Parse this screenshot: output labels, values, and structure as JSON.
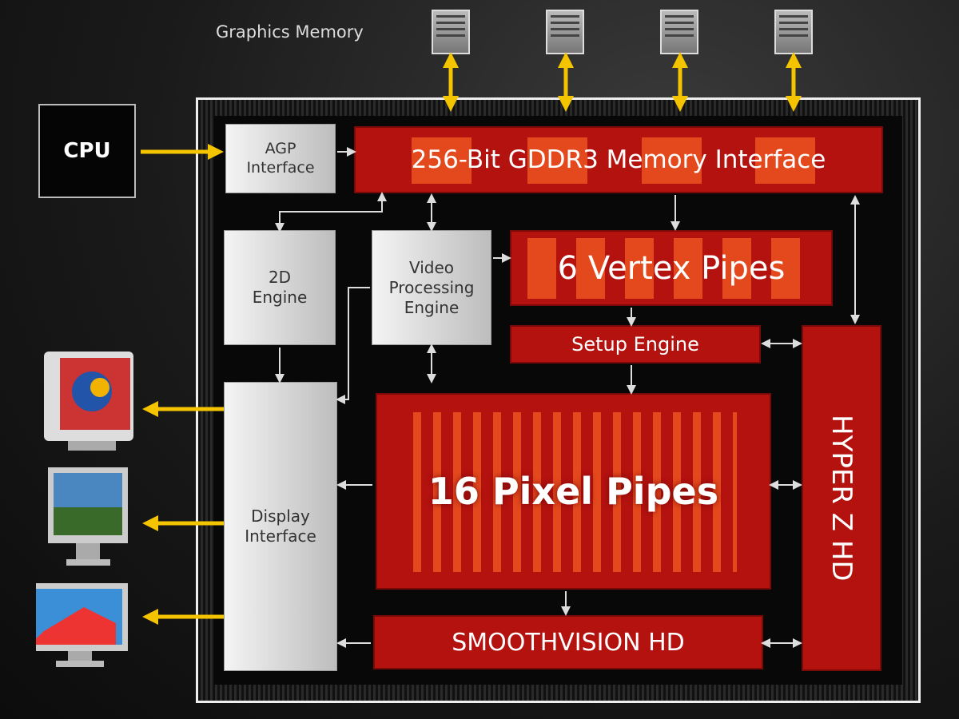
{
  "title": "Graphics Memory",
  "blocks": {
    "cpu": "CPU",
    "agp": "AGP Interface",
    "memory_interface": "256-Bit GDDR3 Memory Interface",
    "engine_2d": "2D Engine",
    "video": "Video Processing Engine",
    "vertex": "6 Vertex Pipes",
    "setup": "Setup Engine",
    "hyperz": "HYPER Z HD",
    "pixel": "16 Pixel Pipes",
    "smoothvision": "SMOOTHVISION HD",
    "display": "Display Interface"
  },
  "colors": {
    "red": "#b3120f",
    "orange": "#e4491d",
    "arrow": "#f5c400"
  }
}
